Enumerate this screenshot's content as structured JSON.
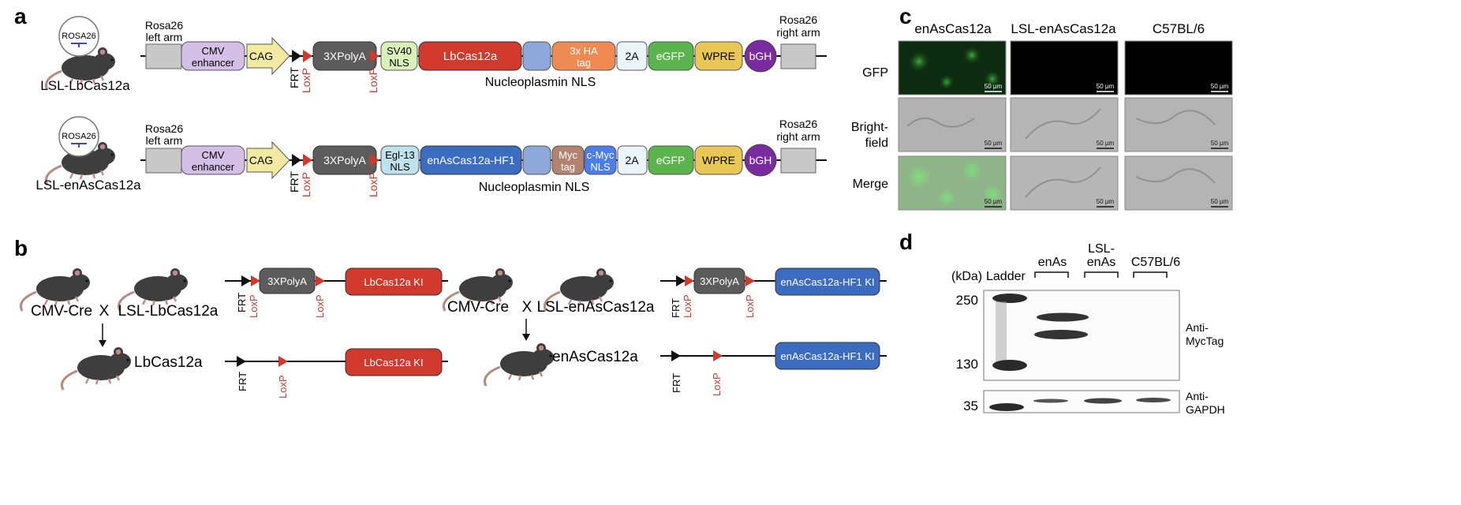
{
  "panel_a": {
    "label": "a",
    "top_construct": {
      "mouse_tag": "ROSA26",
      "name": "LSL-LbCas12a",
      "left_arm": [
        "Rosa26",
        "left arm"
      ],
      "right_arm": [
        "Rosa26",
        "right arm"
      ],
      "cmv": [
        "CMV",
        "enhancer"
      ],
      "cag": "CAG",
      "frt": "FRT",
      "loxp1": "LoxP",
      "loxp2": "LoxP",
      "polya": "3XPolyA",
      "nls1": [
        "SV40",
        "NLS"
      ],
      "cas": "LbCas12a",
      "tag": [
        "3x HA",
        "tag"
      ],
      "t2a": "2A",
      "egfp": "eGFP",
      "wpre": "WPRE",
      "bgh": "bGH",
      "nucleo": "Nucleoplasmin NLS"
    },
    "bottom_construct": {
      "mouse_tag": "ROSA26",
      "name": "LSL-enAsCas12a",
      "left_arm": [
        "Rosa26",
        "left arm"
      ],
      "right_arm": [
        "Rosa26",
        "right arm"
      ],
      "cmv": [
        "CMV",
        "enhancer"
      ],
      "cag": "CAG",
      "frt": "FRT",
      "loxp1": "LoxP",
      "loxp2": "LoxP",
      "polya": "3XPolyA",
      "nls1": [
        "Egl-13",
        "NLS"
      ],
      "cas": "enAsCas12a-HF1",
      "tag": [
        "Myc",
        "tag"
      ],
      "cmyc": [
        "c-Myc",
        "NLS"
      ],
      "t2a": "2A",
      "egfp": "eGFP",
      "wpre": "WPRE",
      "bgh": "bGH",
      "nucleo": "Nucleoplasmin NLS"
    }
  },
  "panel_b": {
    "label": "b",
    "left": {
      "cre": "CMV-Cre",
      "x": "X",
      "lsl": "LSL-LbCas12a",
      "offspring": "LbCas12a",
      "polya": "3XPolyA",
      "ki": "LbCas12a KI",
      "frt": "FRT",
      "loxp": "LoxP"
    },
    "right": {
      "cre": "CMV-Cre",
      "x": "X",
      "lsl": "LSL-enAsCas12a",
      "offspring": "enAsCas12a",
      "polya": "3XPolyA",
      "ki": "enAsCas12a-HF1 KI",
      "frt": "FRT",
      "loxp": "LoxP"
    }
  },
  "panel_c": {
    "label": "c",
    "columns": [
      "enAsCas12a",
      "LSL-enAsCas12a",
      "C57BL/6"
    ],
    "rows": [
      [
        "GFP"
      ],
      [
        "Bright-",
        "field"
      ],
      [
        "Merge"
      ]
    ],
    "scale": "50 µm"
  },
  "panel_d": {
    "label": "d",
    "kda": "(kDa)",
    "ladder": "Ladder",
    "lanes": [
      [
        "enAs"
      ],
      [
        "LSL-",
        "enAs"
      ],
      [
        "C57BL/6"
      ]
    ],
    "markers": [
      "250",
      "130",
      "35"
    ],
    "blot1": [
      "Anti-",
      "MycTag"
    ],
    "blot2": [
      "Anti-",
      "GAPDH"
    ]
  },
  "colors": {
    "grey_arm": "#c8c8c8",
    "cmv": "#d4bfe6",
    "cag": "#f1eaa0",
    "polya": "#5c5c5c",
    "sv40": "#d9f0b8",
    "egl13": "#bfe3ee",
    "lbcas": "#d0392c",
    "enascas": "#3c6cc0",
    "nucleoplasmin_nls": "#8ea8dc",
    "ha_tag": "#ee8a52",
    "myc_tag": "#b38370",
    "cmyc_nls": "#4b7ee8",
    "t2a": "#eaf6fa",
    "egfp": "#5cb44e",
    "wpre": "#e8c756",
    "bgh": "#7a2ba0",
    "loxp": "#d0392c"
  }
}
